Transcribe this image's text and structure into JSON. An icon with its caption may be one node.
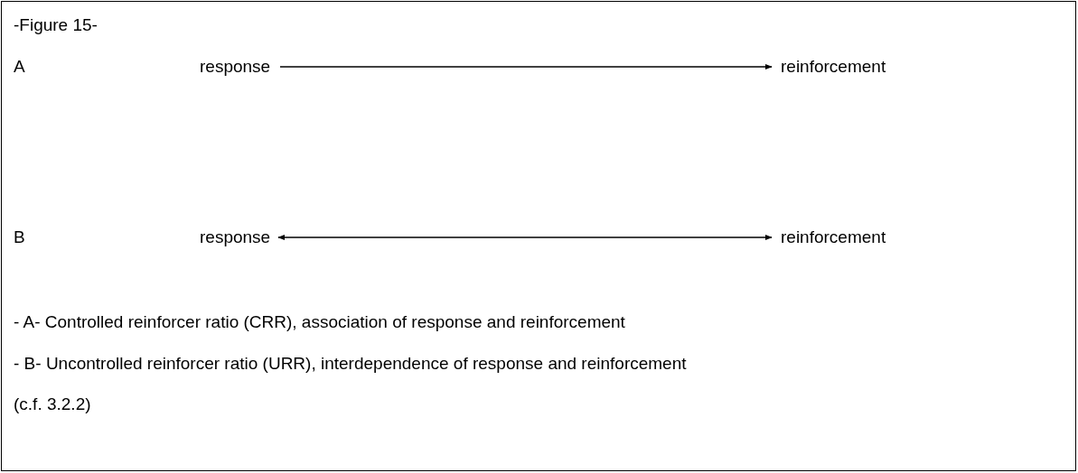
{
  "diagram": {
    "title": "-Figure 15-",
    "nodes": [
      {
        "text": [
          "response"
        ]
      },
      {
        "text": [
          "reinforcement"
        ]
      },
      {
        "text": [
          "response"
        ]
      },
      {
        "text": [
          "reinforcement"
        ]
      }
    ],
    "edges": [
      {
        "from": 0,
        "to": 1,
        "arrow": "to"
      },
      {
        "from": 2,
        "to": 3,
        "arrow": "both"
      }
    ],
    "labels": [
      "A",
      "B",
      "- A- Controlled reinforcer ratio (CRR), association of response and reinforcement",
      "- B- Uncontrolled reinforcer ratio (URR), interdependence of response and reinforcement",
      "(c.f. 3.2.2)"
    ]
  }
}
